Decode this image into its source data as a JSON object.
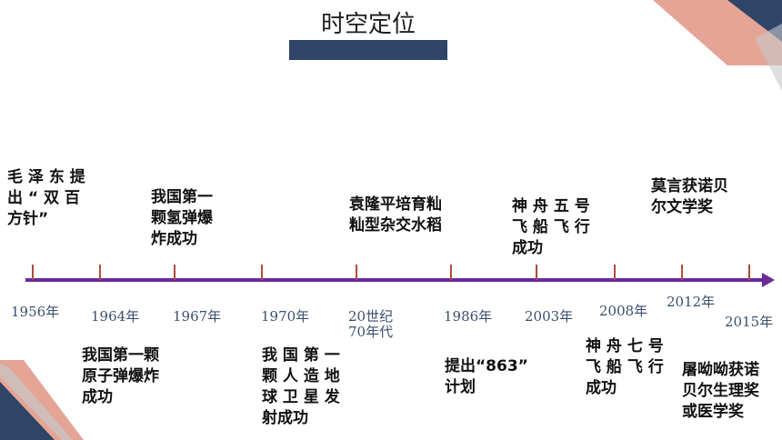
{
  "title": "时空定位",
  "colors": {
    "axis": "#6a2a9a",
    "tick": "#b24a3a",
    "title_bar": "#2e4567",
    "salmon": "#e4a596",
    "gray": "#c8c8c8"
  },
  "timeline": {
    "years": [
      "1956年",
      "1964年",
      "1967年",
      "1970年",
      "20世纪\n70年代",
      "1986年",
      "2003年",
      "2008年",
      "2012年",
      "2015年"
    ],
    "events_top": [
      "毛 泽 东 提\n出 “ 双 百\n方针”",
      "我国第一\n颗氢弹爆\n炸成功",
      "袁隆平培育籼\n籼型杂交水稻",
      "神 舟 五 号\n飞 船 飞 行\n成功",
      "莫言获诺贝\n尔文学奖"
    ],
    "events_bottom": [
      "我国第一颗\n原子弹爆炸\n成功",
      "我 国 第 一\n颗 人 造 地\n球 卫 星 发\n射成功",
      "提出“863”\n计划",
      "神 舟 七 号\n飞 船 飞 行\n成功",
      "屠呦呦获诺\n贝尔生理奖\n或医学奖"
    ]
  }
}
